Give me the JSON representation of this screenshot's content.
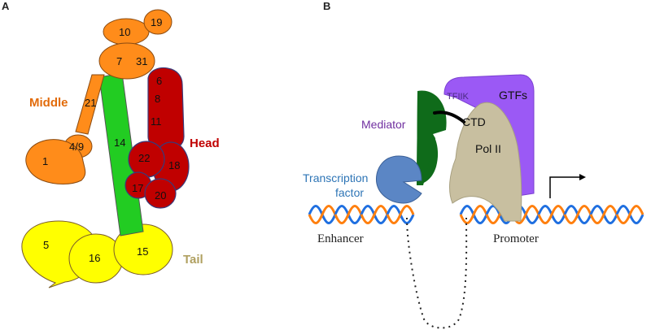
{
  "panel_a": {
    "letter": "A",
    "groups": {
      "middle": "Middle",
      "head": "Head",
      "tail": "Tail"
    },
    "subunits": {
      "s1": "1",
      "s4_9": "4/9",
      "s5": "5",
      "s6": "6",
      "s7": "7",
      "s8": "8",
      "s10": "10",
      "s11": "11",
      "s14": "14",
      "s15": "15",
      "s16": "16",
      "s17": "17",
      "s18": "18",
      "s19": "19",
      "s20": "20",
      "s21": "21",
      "s22": "22",
      "s31": "31"
    },
    "colors": {
      "middle": "#FF8C1A",
      "head": "#C00000",
      "tail": "#FFFF00",
      "body": "#22CC22"
    }
  },
  "panel_b": {
    "letter": "B",
    "labels": {
      "mediator": "Mediator",
      "tfiik": "TFIIK",
      "gtfs": "GTFs",
      "ctd": "CTD",
      "pol2": "Pol II",
      "tf_line1": "Transcription",
      "tf_line2": "factor",
      "enhancer": "Enhancer",
      "promoter": "Promoter"
    },
    "colors": {
      "mediator": "#7030A0",
      "transcription_factor": "#2E75B6",
      "gtfs": "#9B59F5",
      "pol2": "#C8BFA0",
      "mediator_shape": "#0F6B1A"
    }
  }
}
